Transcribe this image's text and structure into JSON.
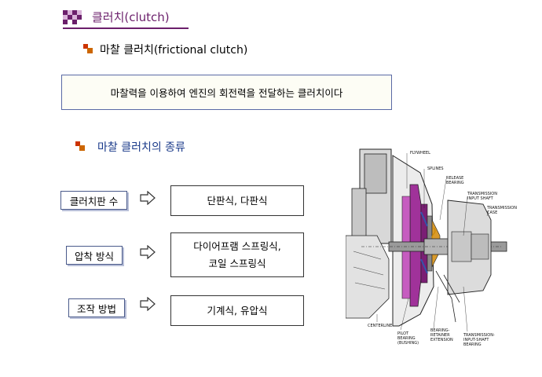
{
  "title": "클러치(clutch)",
  "section1": {
    "heading": "마찰 클러치(frictional clutch)",
    "definition": "마찰력을 이용하여 엔진의 회전력을 전달하는 클러치이다"
  },
  "section2": {
    "heading": "마찰 클러치의 종류",
    "rows": [
      {
        "label": "클러치판 수",
        "values": [
          "단판식,   다판식"
        ]
      },
      {
        "label": "압착 방식",
        "values": [
          "다이어프램 스프링식,",
          "코일 스프링식"
        ]
      },
      {
        "label": "조작 방법",
        "values": [
          "기계식,   유압식"
        ]
      }
    ]
  },
  "diagram": {
    "labels": {
      "flywheel": "FLYWHEEL",
      "splines": "SPLINES",
      "release_bearing_1": "RELEASE",
      "release_bearing_2": "BEARING",
      "trans_input_1": "TRANSMISSION",
      "trans_input_2": "INPUT SHAFT",
      "trans_case_1": "TRANSMISSION",
      "trans_case_2": "CASE",
      "centerline": "CENTERLINE",
      "pilot_1": "PILOT",
      "pilot_2": "BEARING",
      "pilot_3": "(BUSHING)",
      "retainer_1": "BEARING-",
      "retainer_2": "RETAINER",
      "retainer_3": "EXTENSION",
      "tis_1": "TRANSMISSION-",
      "tis_2": "INPUT-SHAFT",
      "tis_3": "BEARING"
    }
  }
}
